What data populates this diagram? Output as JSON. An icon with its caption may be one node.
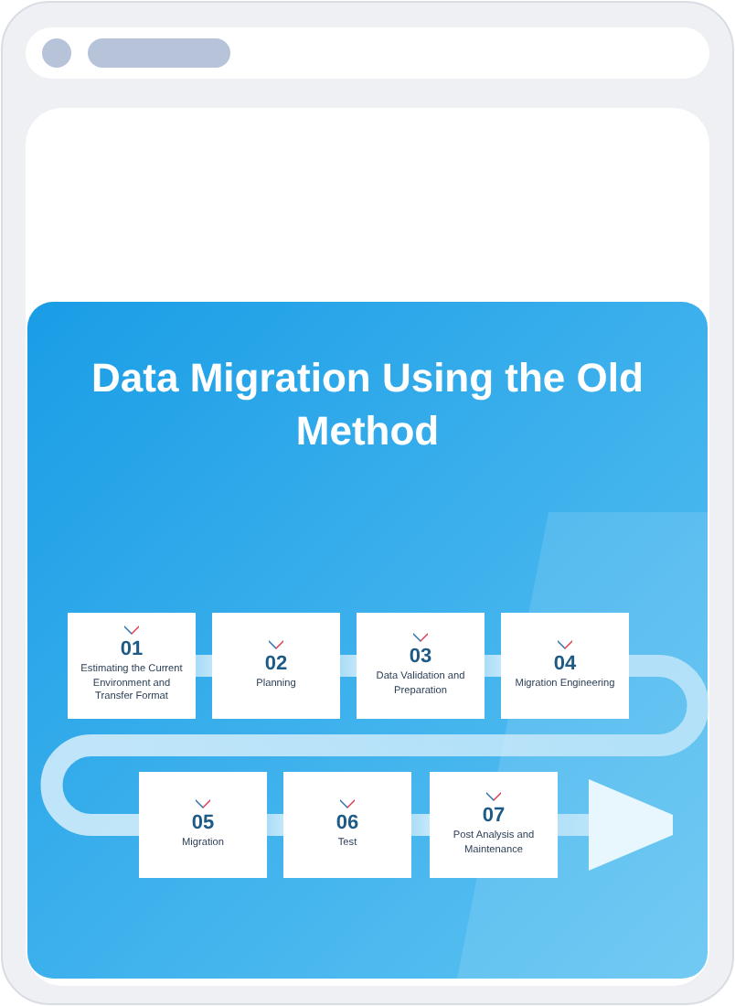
{
  "diagram": {
    "title": "Data Migration Using the Old Method",
    "nodes": [
      {
        "text": [
          "01",
          "Estimating the Current Environment and Transfer Format"
        ]
      },
      {
        "text": [
          "02",
          "Planning"
        ]
      },
      {
        "text": [
          "03",
          "Data Validation and Preparation"
        ]
      },
      {
        "text": [
          "04",
          "Migration Engineering"
        ]
      },
      {
        "text": [
          "05",
          "Migration"
        ]
      },
      {
        "text": [
          "06",
          "Test"
        ]
      },
      {
        "text": [
          "07",
          "Post Analysis and Maintenance"
        ]
      }
    ],
    "edges": [
      {
        "from": 0,
        "to": 1,
        "arrow": "none"
      },
      {
        "from": 1,
        "to": 2,
        "arrow": "none"
      },
      {
        "from": 2,
        "to": 3,
        "arrow": "none"
      },
      {
        "from": 3,
        "to": 4,
        "arrow": "none"
      },
      {
        "from": 4,
        "to": 5,
        "arrow": "none"
      },
      {
        "from": 5,
        "to": 6,
        "arrow": "none"
      },
      {
        "from": 6,
        "to": null,
        "arrow": "to"
      }
    ]
  }
}
